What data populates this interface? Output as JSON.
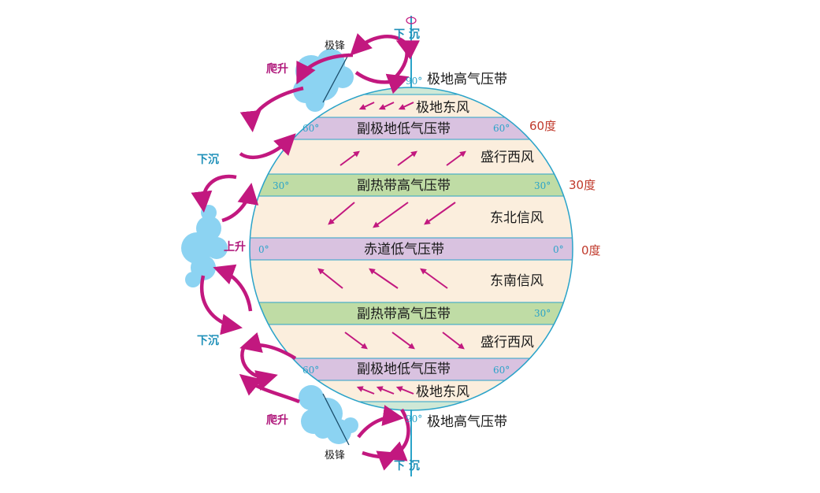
{
  "bands": {
    "polar_high_top": "极地高气压带",
    "polar_easterly_top": "极地东风",
    "subpolar_low_n": "副极地低气压带",
    "westerly_n": "盛行西风",
    "subtropical_high_n": "副热带高气压带",
    "ne_trade": "东北信风",
    "equatorial_low": "赤道低气压带",
    "se_trade": "东南信风",
    "subtropical_high_s": "副热带高气压带",
    "westerly_s": "盛行西风",
    "subpolar_low_s": "副极地低气压带",
    "polar_easterly_bottom": "极地东风",
    "polar_high_bottom": "极地高气压带"
  },
  "latitudes": {
    "deg90": "90°",
    "deg60": "60°",
    "deg30": "30°",
    "deg0": "0°"
  },
  "right_labels": {
    "lat60": "60度",
    "lat30": "30度",
    "lat0": "0度"
  },
  "motion": {
    "sink_top": "下 沉",
    "sink_bottom": "下 沉",
    "sink_left_top": "下沉",
    "sink_left_bottom": "下沉",
    "rise_equator": "上升",
    "climb_top": "爬升",
    "climb_bottom": "爬升",
    "front_top": "极锋",
    "front_bottom": "极锋"
  },
  "colors": {
    "polar_cap": "#cfe8d6",
    "purple_band": "#d9c2e0",
    "green_band": "#bfdca5",
    "cream": "#fbeedd",
    "arrow": "#c2187f",
    "outline": "#2aa3c9",
    "cloud": "#8cd3f2"
  }
}
